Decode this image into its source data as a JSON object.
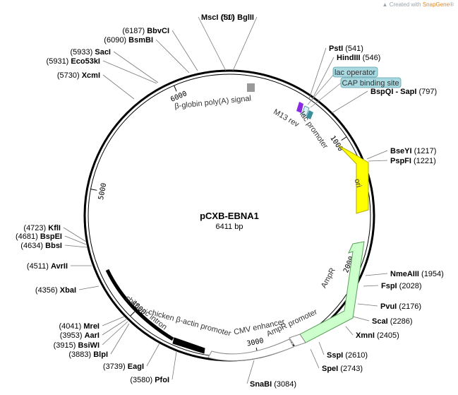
{
  "credit": {
    "prefix": "Created with ",
    "brand": "SnapGene",
    "mark": "®"
  },
  "plasmid": {
    "name": "pCXB-EBNA1",
    "size_label": "6411 bp",
    "length": 6411
  },
  "ticks": [
    {
      "label": "1000",
      "pos": 1000
    },
    {
      "label": "2000",
      "pos": 2000
    },
    {
      "label": "3000",
      "pos": 3000
    },
    {
      "label": "4000",
      "pos": 4000
    },
    {
      "label": "5000",
      "pos": 5000
    },
    {
      "label": "6000",
      "pos": 6000
    }
  ],
  "sites": [
    {
      "name": "MscI",
      "pos": "51"
    },
    {
      "name": "BglII",
      "pos": "80"
    },
    {
      "name": "PstI",
      "pos": "541"
    },
    {
      "name": "HindIII",
      "pos": "546"
    },
    {
      "name": "BspQI - SapI",
      "pos": "797"
    },
    {
      "name": "BseYI",
      "pos": "1217"
    },
    {
      "name": "PspFI",
      "pos": "1221"
    },
    {
      "name": "NmeAIII",
      "pos": "1954"
    },
    {
      "name": "FspI",
      "pos": "2028"
    },
    {
      "name": "PvuI",
      "pos": "2176"
    },
    {
      "name": "ScaI",
      "pos": "2286"
    },
    {
      "name": "XmnI",
      "pos": "2405"
    },
    {
      "name": "SspI",
      "pos": "2610"
    },
    {
      "name": "SpeI",
      "pos": "2743"
    },
    {
      "name": "SnaBI",
      "pos": "3084"
    },
    {
      "name": "PfoI",
      "pos": "3580"
    },
    {
      "name": "EagI",
      "pos": "3739"
    },
    {
      "name": "BlpI",
      "pos": "3883"
    },
    {
      "name": "BsiWI",
      "pos": "3915"
    },
    {
      "name": "AarI",
      "pos": "3953"
    },
    {
      "name": "MreI",
      "pos": "4041"
    },
    {
      "name": "XbaI",
      "pos": "4356"
    },
    {
      "name": "AvrII",
      "pos": "4511"
    },
    {
      "name": "BbsI",
      "pos": "4634"
    },
    {
      "name": "BspEI",
      "pos": "4681"
    },
    {
      "name": "KflI",
      "pos": "4723"
    },
    {
      "name": "XcmI",
      "pos": "5730"
    },
    {
      "name": "Eco53kI",
      "pos": "5931"
    },
    {
      "name": "SacI",
      "pos": "5933"
    },
    {
      "name": "BsmBI",
      "pos": "6090"
    },
    {
      "name": "BbvCI",
      "pos": "6187"
    }
  ],
  "features": [
    {
      "label": "ori",
      "color": "#ffff00",
      "stroke": "#b0a800"
    },
    {
      "label": "AmpR",
      "color": "#ccffcc",
      "stroke": "#5aa05a"
    },
    {
      "label": "AmpR promoter",
      "color": "#ffffff",
      "stroke": "#888888"
    },
    {
      "label": "CMV enhancer",
      "color": "#ffffff",
      "stroke": "#888888"
    },
    {
      "label": "chicken β-actin promoter",
      "color": "#000000"
    },
    {
      "label": "chimeric intron",
      "color": "#000000"
    },
    {
      "label": "β-globin poly(A) signal",
      "color": "#999999"
    },
    {
      "label": "lac promoter",
      "color": "#3b8f9c"
    },
    {
      "label": "M13 rev",
      "color": "#8a2be2"
    },
    {
      "label": "lac operator",
      "color": "#a8d8e0"
    },
    {
      "label": "CAP binding site",
      "color": "#a8d8e0"
    }
  ]
}
